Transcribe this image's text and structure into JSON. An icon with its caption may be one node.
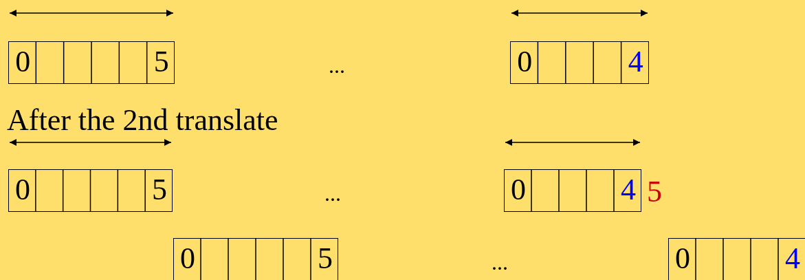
{
  "diagram": {
    "nodes": [
      {
        "text": [
          "0",
          "5"
        ]
      },
      {
        "text": [
          "0",
          "4"
        ]
      },
      {
        "text": [
          "0",
          "5"
        ]
      },
      {
        "text": [
          "0",
          "4"
        ],
        "beside": [
          "5"
        ]
      },
      {
        "text": [
          "0",
          "5"
        ]
      },
      {
        "text": [
          "0",
          "4"
        ]
      }
    ],
    "labels": [
      "...",
      "After the 2nd translate",
      "...",
      "..."
    ]
  }
}
